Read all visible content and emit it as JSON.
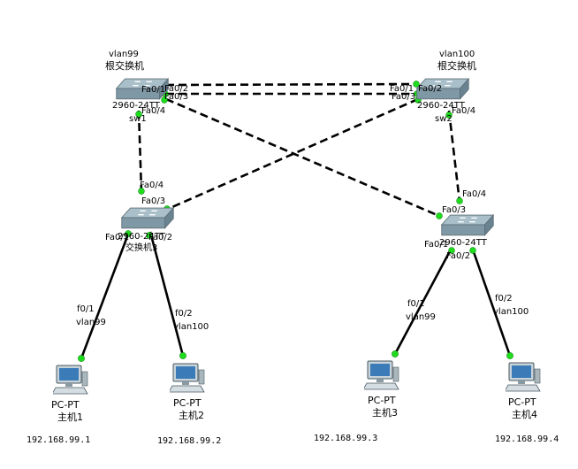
{
  "switches": {
    "sw1": {
      "vlan_note": "vlan99",
      "role_note": "根交换机",
      "model_label": "2960-24TT",
      "name_label": "sw1",
      "ports": [
        "Fa0/1",
        "Fa0/2",
        "Fa0/3",
        "Fa0/4"
      ]
    },
    "sw2": {
      "vlan_note": "vlan100",
      "role_note": "根交换机",
      "model_label": "2960-24TT",
      "name_label": "sw2",
      "ports": [
        "Fa0/1",
        "Fa0/2",
        "Fa0/3",
        "Fa0/4"
      ]
    },
    "sw3": {
      "model_label": "2960-24TT",
      "name_label": "交换机3",
      "ports": [
        "Fa0/4",
        "Fa0/3",
        "Fa0/1",
        "Fa0/2"
      ]
    },
    "sw4": {
      "model_label": "2960-24TT",
      "ports": [
        "Fa0/4",
        "Fa0/3",
        "Fa0/1",
        "Fa0/2"
      ]
    }
  },
  "pc_links": [
    {
      "port": "f0/1",
      "vlan": "vlan99"
    },
    {
      "port": "f0/2",
      "vlan": "vlan100"
    },
    {
      "port": "f0/1",
      "vlan": "vlan99"
    },
    {
      "port": "f0/2",
      "vlan": "vlan100"
    }
  ],
  "hosts": [
    {
      "type": "PC-PT",
      "name": "主机1",
      "ip": "192.168.99.1"
    },
    {
      "type": "PC-PT",
      "name": "主机2",
      "ip": "192.168.99.2"
    },
    {
      "type": "PC-PT",
      "name": "主机3",
      "ip": "192.168.99.3"
    },
    {
      "type": "PC-PT",
      "name": "主机4",
      "ip": "192.168.99.4"
    }
  ],
  "colors": {
    "link_up": "#1fdc1f",
    "switch_body": "#8fa7b3"
  }
}
